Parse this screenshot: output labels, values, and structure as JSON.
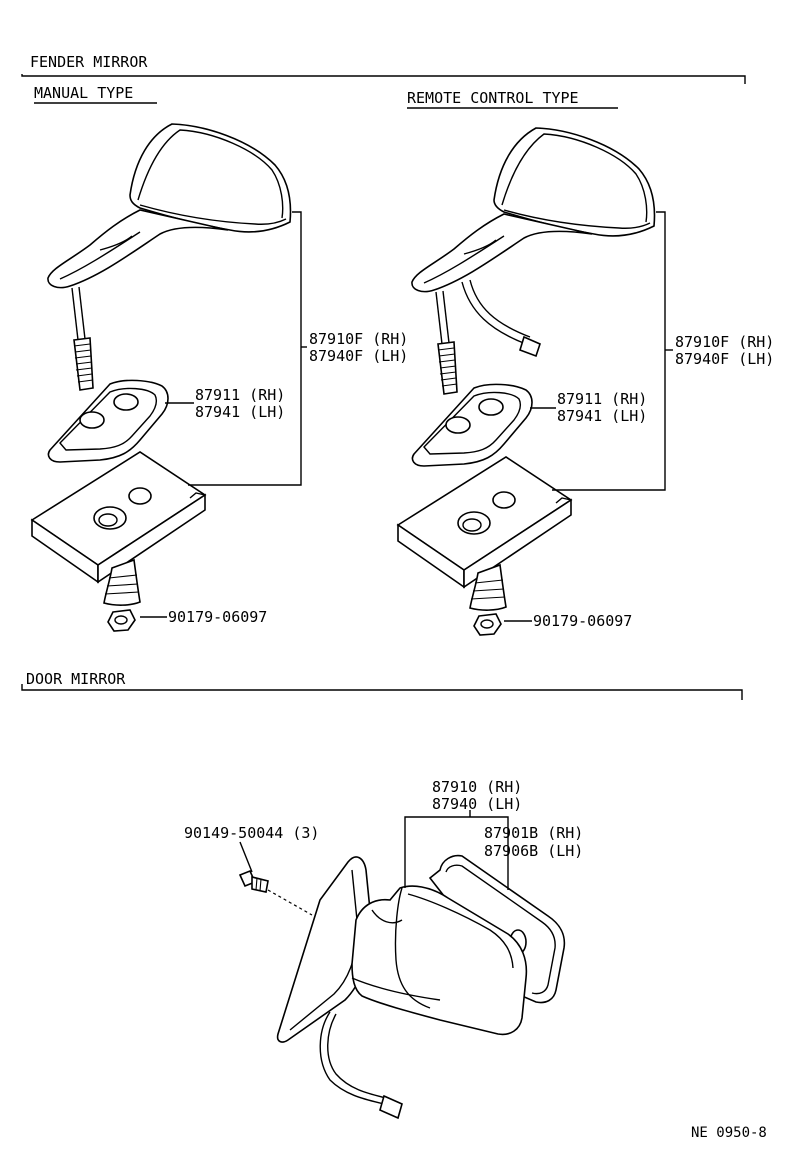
{
  "sections": {
    "fender_mirror": "FENDER MIRROR",
    "manual_type": "MANUAL TYPE",
    "remote_type": "REMOTE CONTROL TYPE",
    "door_mirror": "DOOR MIRROR"
  },
  "parts": {
    "manual": {
      "mirror_rh": "87910F (RH)",
      "mirror_lh": "87940F (LH)",
      "pad_rh": "87911 (RH)",
      "pad_lh": "87941 (LH)",
      "nut": "90179-06097"
    },
    "remote": {
      "mirror_rh": "87910F (RH)",
      "mirror_lh": "87940F (LH)",
      "pad_rh": "87911 (RH)",
      "pad_lh": "87941 (LH)",
      "nut": "90179-06097"
    },
    "door": {
      "mirror_rh": "87910 (RH)",
      "mirror_lh": "87940 (LH)",
      "glass_rh": "87901B (RH)",
      "glass_lh": "87906B (LH)",
      "screw": "90149-50044 (3)"
    }
  },
  "figure_code": "NE 0950-8"
}
